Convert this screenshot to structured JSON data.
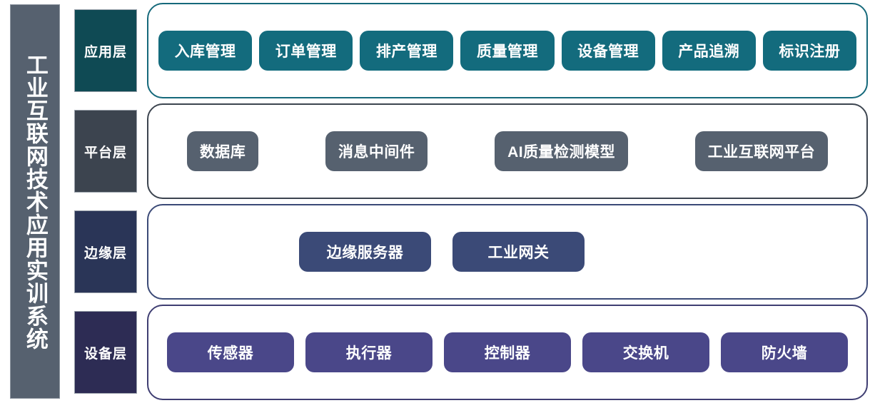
{
  "sidebar": {
    "title": "工业互联网技术应用实训系统"
  },
  "colors": {
    "sidebar_bg": "#56616F",
    "application_label_bg": "#0F4A54",
    "application_pill_bg": "#136B7D",
    "application_border": "#15697B",
    "platform_label_bg": "#3C444F",
    "platform_pill_bg": "#56616F",
    "platform_border": "#3C444F",
    "edge_label_bg": "#2A3557",
    "edge_pill_bg": "#3B4A77",
    "edge_border": "#3B4A77",
    "device_label_bg": "#2D2C54",
    "device_pill_bg": "#4A4789",
    "device_border": "#3F3E72",
    "pill_text": "#FFFFFF",
    "page_bg": "#FFFFFF"
  },
  "layers": [
    {
      "id": "application",
      "label": "应用层",
      "items": [
        {
          "label": "入库管理"
        },
        {
          "label": "订单管理"
        },
        {
          "label": "排产管理"
        },
        {
          "label": "质量管理"
        },
        {
          "label": "设备管理"
        },
        {
          "label": "产品追溯"
        },
        {
          "label": "标识注册"
        }
      ]
    },
    {
      "id": "platform",
      "label": "平台层",
      "items": [
        {
          "label": "数据库"
        },
        {
          "label": "消息中间件"
        },
        {
          "label": "AI质量检测模型"
        },
        {
          "label": "工业互联网平台"
        }
      ]
    },
    {
      "id": "edge",
      "label": "边缘层",
      "items": [
        {
          "label": "边缘服务器"
        },
        {
          "label": "工业网关"
        }
      ]
    },
    {
      "id": "device",
      "label": "设备层",
      "items": [
        {
          "label": "传感器"
        },
        {
          "label": "执行器"
        },
        {
          "label": "控制器"
        },
        {
          "label": "交换机"
        },
        {
          "label": "防火墙"
        }
      ]
    }
  ]
}
